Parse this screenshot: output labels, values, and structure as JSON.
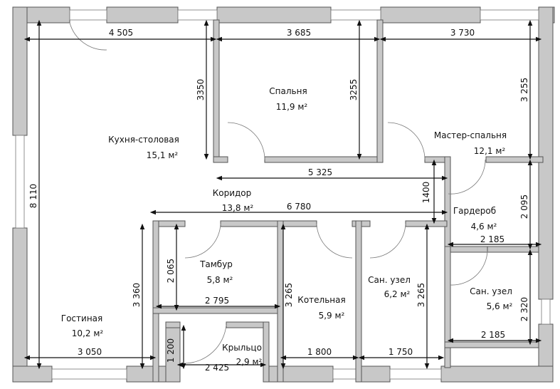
{
  "rooms": [
    {
      "id": "kitchen",
      "name": "Кухня-столовая",
      "area": "15,1 м²"
    },
    {
      "id": "bedroom",
      "name": "Спальня",
      "area": "11,9 м²"
    },
    {
      "id": "master",
      "name": "Мастер-спальня",
      "area": "12,1 м²"
    },
    {
      "id": "corridor",
      "name": "Коридор",
      "area": "13,8 м²"
    },
    {
      "id": "wardrobe",
      "name": "Гардероб",
      "area": "4,6 м²"
    },
    {
      "id": "vestibule",
      "name": "Тамбур",
      "area": "5,8 м²"
    },
    {
      "id": "boiler",
      "name": "Котельная",
      "area": "5,9 м²"
    },
    {
      "id": "bath1",
      "name": "Сан. узел",
      "area": "6,2 м²"
    },
    {
      "id": "bath2",
      "name": "Сан. узел",
      "area": "5,6 м²"
    },
    {
      "id": "living",
      "name": "Гостиная",
      "area": "10,2 м²"
    },
    {
      "id": "porch",
      "name": "Крыльцо",
      "area": "2,9 м²"
    }
  ],
  "dimensions": {
    "d4505": "4 505",
    "d3685": "3 685",
    "d3730": "3 730",
    "d3350": "3350",
    "d3255a": "3255",
    "d3255b": "3 255",
    "d8110": "8 110",
    "d5325": "5 325",
    "d1400": "1400",
    "d6780": "6 780",
    "d2095": "2 095",
    "d2185a": "2 185",
    "d2065": "2 065",
    "d3360": "3 360",
    "d2795": "2 795",
    "d3265a": "3 265",
    "d3265b": "3 265",
    "d2320": "2 320",
    "d2185b": "2 185",
    "d1200": "1 200",
    "d3050": "3 050",
    "d2425": "2 425",
    "d1800": "1 800",
    "d1750": "1 750"
  }
}
